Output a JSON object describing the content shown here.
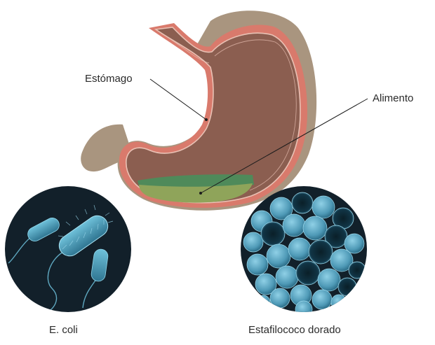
{
  "labels": {
    "stomach": "Estómago",
    "food": "Alimento",
    "ecoli": "E. coli",
    "staph": "Estafilococo dorado"
  },
  "colors": {
    "stomach_outer": "#a9957f",
    "stomach_wall": "#d97a6c",
    "stomach_inner": "#8b5e50",
    "food_dark": "#4f8a5a",
    "food_light": "#8fa45a",
    "bacteria_bg": "#12202a",
    "ecoli_body": "#4c9bb5",
    "staph_cell": "#5aa7c4",
    "staph_dark": "#0f3443"
  }
}
